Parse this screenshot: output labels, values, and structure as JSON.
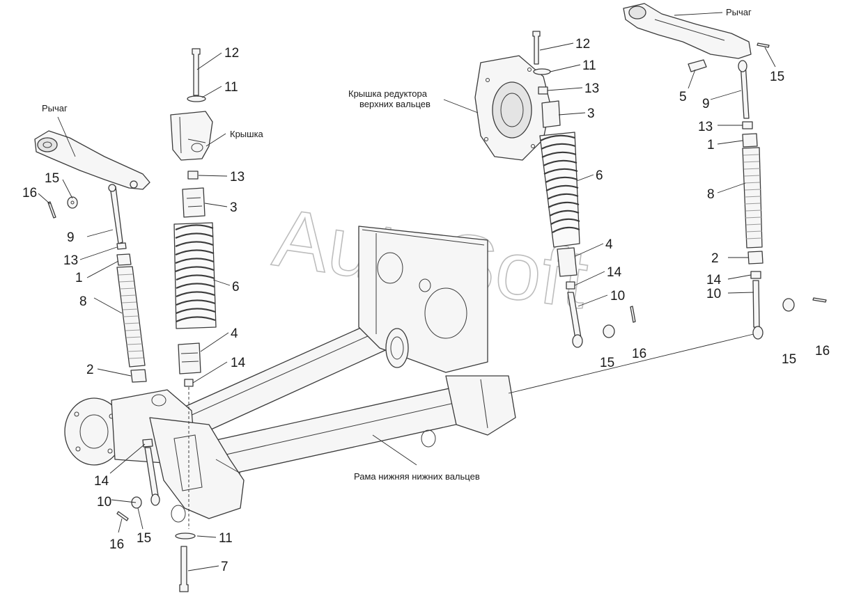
{
  "watermark": "AutoSoft",
  "captions": {
    "lever_left": "Рычаг",
    "lever_right": "Рычаг",
    "cover": "Крышка",
    "gear_cover_line1": "Крышка редуктора",
    "gear_cover_line2": "верхних вальцев",
    "frame": "Рама нижняя нижних вальцев"
  },
  "callouts_left": {
    "n16": "16",
    "n15": "15",
    "n9": "9",
    "n13": "13",
    "n1": "1",
    "n8": "8",
    "n2": "2",
    "n14": "14",
    "n10": "10",
    "n16b": "16",
    "n15b": "15"
  },
  "callouts_center": {
    "n12": "12",
    "n11": "11",
    "n13": "13",
    "n3": "3",
    "n6": "6",
    "n4": "4",
    "n14": "14",
    "n11b": "11",
    "n7": "7"
  },
  "callouts_right": {
    "n12": "12",
    "n11": "11",
    "n13": "13",
    "n3": "3",
    "n6": "6",
    "n4": "4",
    "n14": "14",
    "n10": "10",
    "n15": "15",
    "n16": "16"
  },
  "callouts_far_right": {
    "n15": "15",
    "n5": "5",
    "n9": "9",
    "n13": "13",
    "n1": "1",
    "n8": "8",
    "n2": "2",
    "n14": "14",
    "n10": "10",
    "n15b": "15",
    "n16": "16"
  }
}
